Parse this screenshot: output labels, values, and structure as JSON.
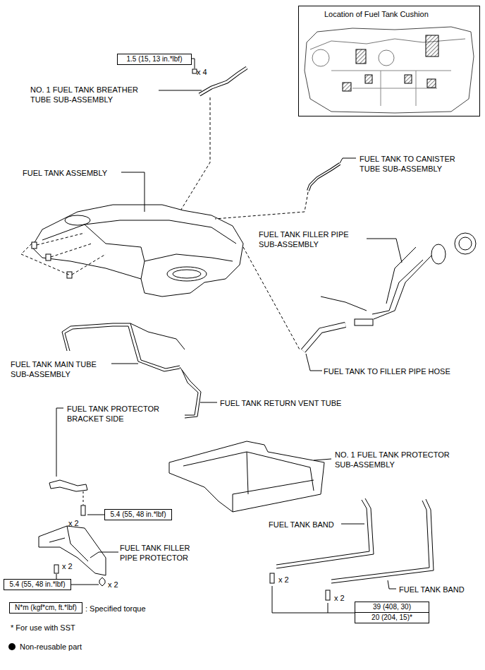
{
  "diagram": {
    "nodes": [
      {
        "text": [
          "Location of Fuel Tank Cushion"
        ]
      },
      {
        "text": [
          "1.5 (15, 13 in.*lbf)"
        ]
      },
      {
        "text": [
          "5.4 (55, 48 in.*lbf)"
        ]
      },
      {
        "text": [
          "5.4 (55, 48 in.*lbf)"
        ]
      },
      {
        "text": [
          "39 (408, 30)",
          "20 (204, 15)*"
        ]
      },
      {
        "text": [
          "N*m (kgf*cm, ft.*lbf)"
        ]
      }
    ],
    "labels": [
      "x 4",
      "NO. 1 FUEL TANK BREATHER TUBE SUB-ASSEMBLY",
      "FUEL TANK TO CANISTER TUBE SUB-ASSEMBLY",
      "FUEL TANK ASSEMBLY",
      "FUEL TANK FILLER PIPE SUB-ASSEMBLY",
      "FUEL TANK MAIN TUBE SUB-ASSEMBLY",
      "FUEL TANK TO FILLER PIPE HOSE",
      "FUEL TANK RETURN VENT TUBE",
      "FUEL TANK PROTECTOR BRACKET SIDE",
      "x 2",
      "NO. 1 FUEL TANK PROTECTOR SUB-ASSEMBLY",
      "FUEL TANK FILLER PIPE PROTECTOR",
      "x 2",
      "x 2",
      "FUEL TANK BAND",
      "FUEL TANK BAND",
      "x 2",
      "x 2",
      ": Specified torque",
      "* For use with SST"
    ],
    "legend": [
      {
        "text": "Non-reusable part"
      }
    ]
  }
}
